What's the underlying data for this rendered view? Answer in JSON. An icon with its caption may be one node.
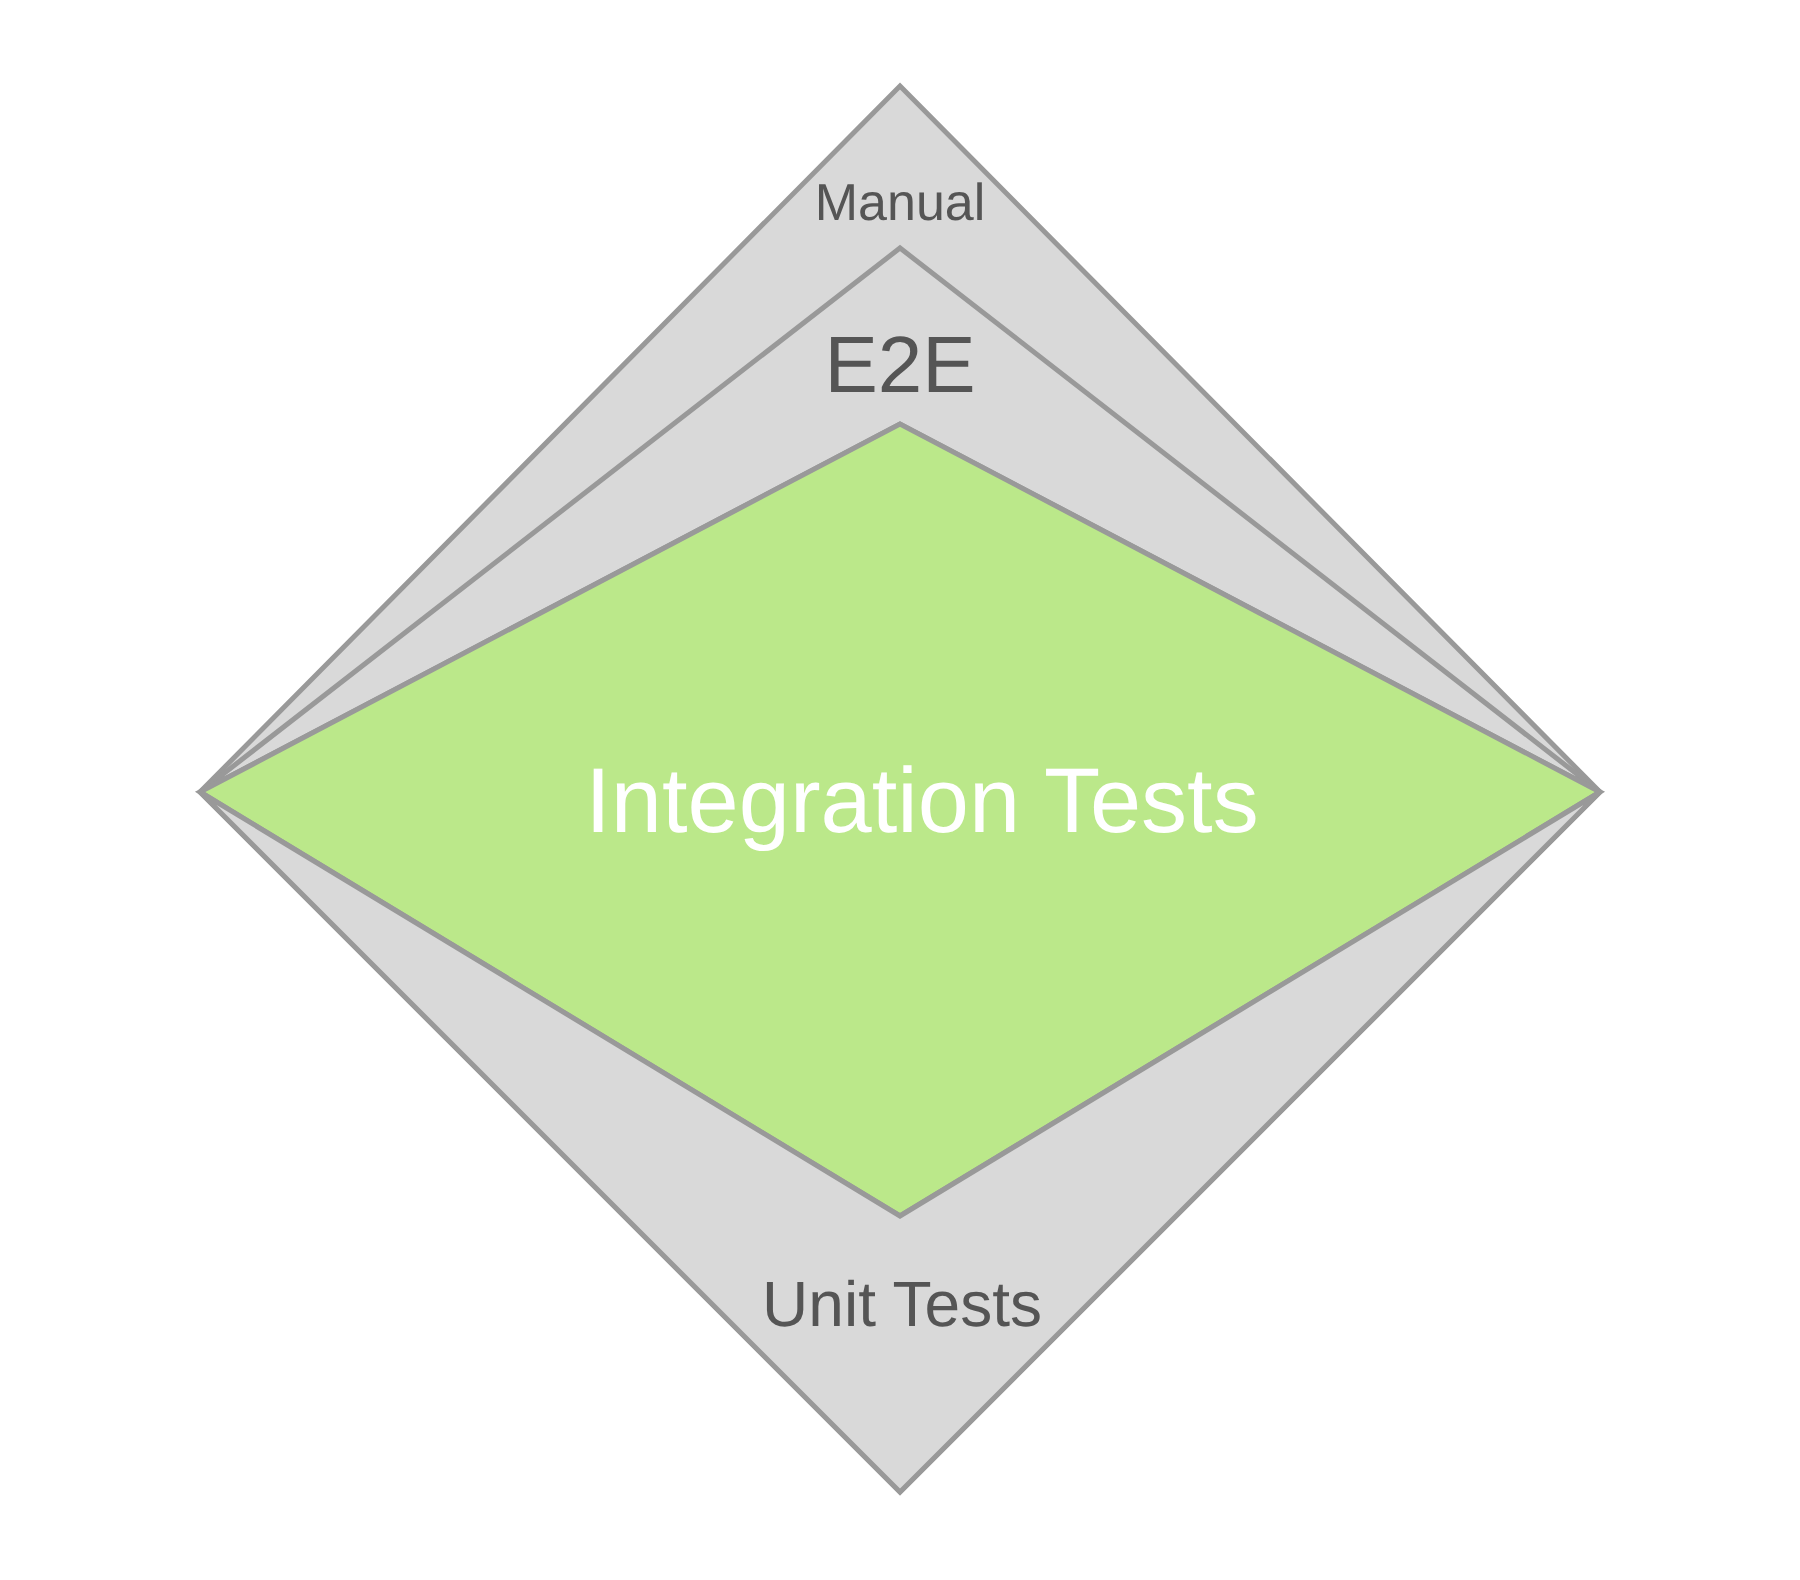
{
  "diagram": {
    "nodes": [
      {
        "text": [
          "Manual"
        ]
      },
      {
        "text": [
          "E2E"
        ],
        "in": 0
      },
      {
        "text": [
          "Integration Tests"
        ],
        "in": 0
      },
      {
        "text": [
          "Unit Tests"
        ],
        "in": 0
      }
    ]
  }
}
